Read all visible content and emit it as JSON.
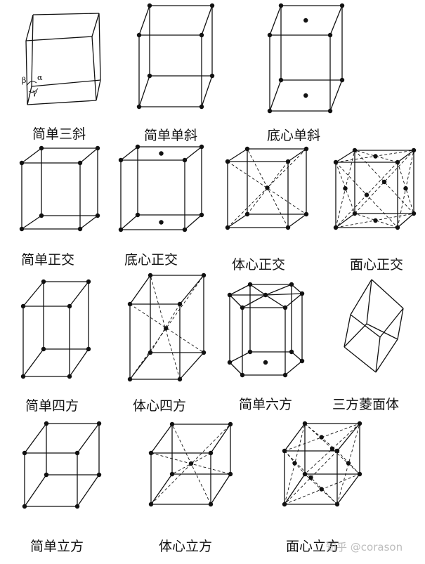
{
  "lattices": [
    {
      "label": "简单三斜"
    },
    {
      "label": "简单单斜"
    },
    {
      "label": "底心单斜"
    },
    {
      "label": "简单正交"
    },
    {
      "label": "底心正交"
    },
    {
      "label": "体心正交"
    },
    {
      "label": "面心正交"
    },
    {
      "label": "简单四方"
    },
    {
      "label": "体心四方"
    },
    {
      "label": "简单六方"
    },
    {
      "label": "三方菱面体"
    },
    {
      "label": "简单立方"
    },
    {
      "label": "体心立方"
    },
    {
      "label": "面心立方"
    }
  ],
  "angle_marks": {
    "alpha": "α",
    "beta": "β",
    "gamma": "γ"
  },
  "watermark": {
    "site": "知乎",
    "user": "@corason"
  }
}
